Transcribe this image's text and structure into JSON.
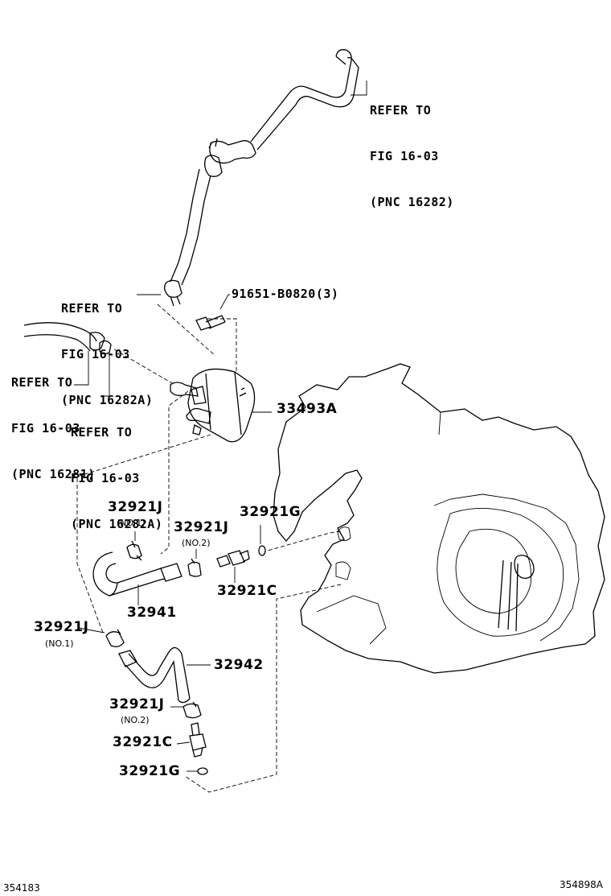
{
  "refs": {
    "ref1": [
      "REFER TO",
      "FIG 16-03",
      "(PNC 16282)"
    ],
    "ref2": [
      "REFER TO",
      "FIG 16-03",
      "(PNC 16282A)"
    ],
    "ref3": [
      "REFER TO",
      "FIG 16-03",
      "(PNC 16281)"
    ],
    "ref4": [
      "REFER TO",
      "FIG 16-03",
      "(PNC 16282A)"
    ]
  },
  "parts": {
    "bolt": "91651-B0820(3)",
    "cooler": "33493A",
    "clampJ1_top": "32921J",
    "clampJ1_top_sub": "(NO.1)",
    "clampJ2_top": "32921J",
    "clampJ2_top_sub": "(NO.2)",
    "oring_top": "32921G",
    "union_top": "32921C",
    "hose1": "32941",
    "clampJ1_low": "32921J",
    "clampJ1_low_sub": "(NO.1)",
    "hose2": "32942",
    "clampJ2_low": "32921J",
    "clampJ2_low_sub": "(NO.2)",
    "union_low": "32921C",
    "oring_low": "32921G"
  },
  "codes": {
    "left": "354183",
    "right": "354898A"
  }
}
